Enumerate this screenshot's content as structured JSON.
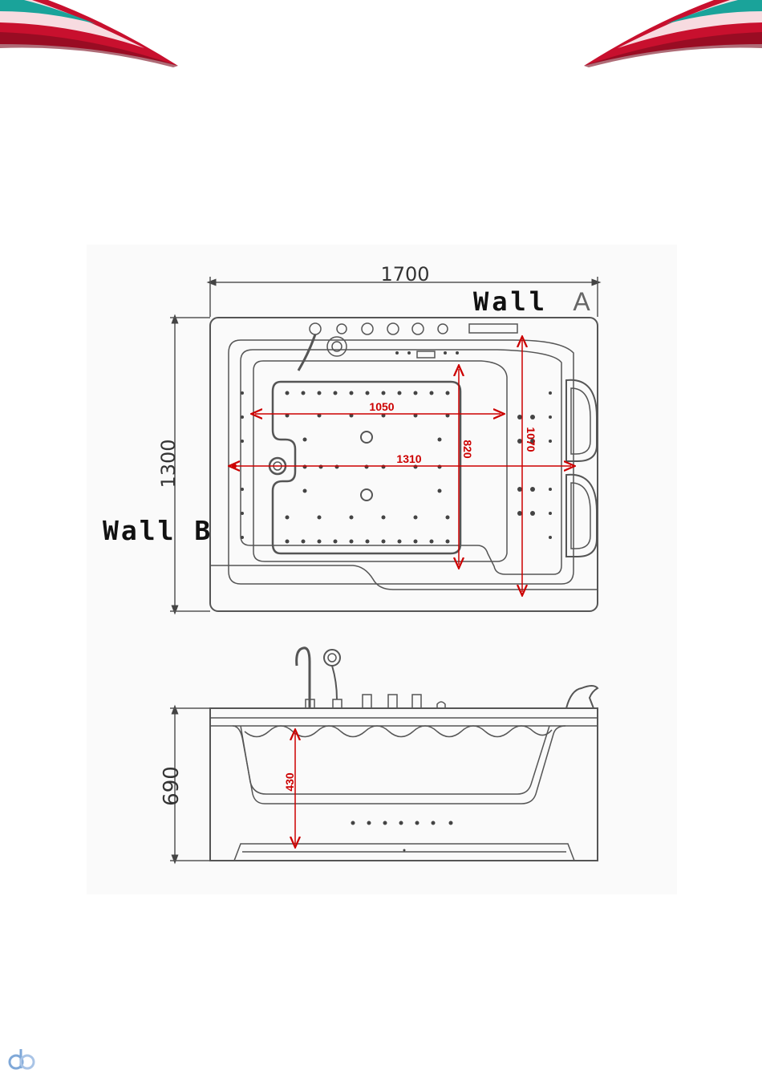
{
  "colors": {
    "banner_red": "#c8102e",
    "banner_teal": "#1aa39a",
    "dimension_red": "#cc0000",
    "line_gray": "#555555",
    "logo_blue": "#7fa8d8"
  },
  "top_view": {
    "overall_width": "1700",
    "overall_depth": "1300",
    "wall_a_word": "Wall",
    "wall_a_letter": "A",
    "wall_b": "Wall B",
    "inner_width": "1050",
    "inner_length": "1310",
    "inner_depth": "820",
    "inner_depth_right": "1070"
  },
  "side_view": {
    "overall_height": "690",
    "water_depth": "430"
  },
  "icons": {
    "corner_left": "swoosh-banner-icon",
    "corner_right": "swoosh-banner-icon",
    "logo": "brand-logo-icon"
  }
}
